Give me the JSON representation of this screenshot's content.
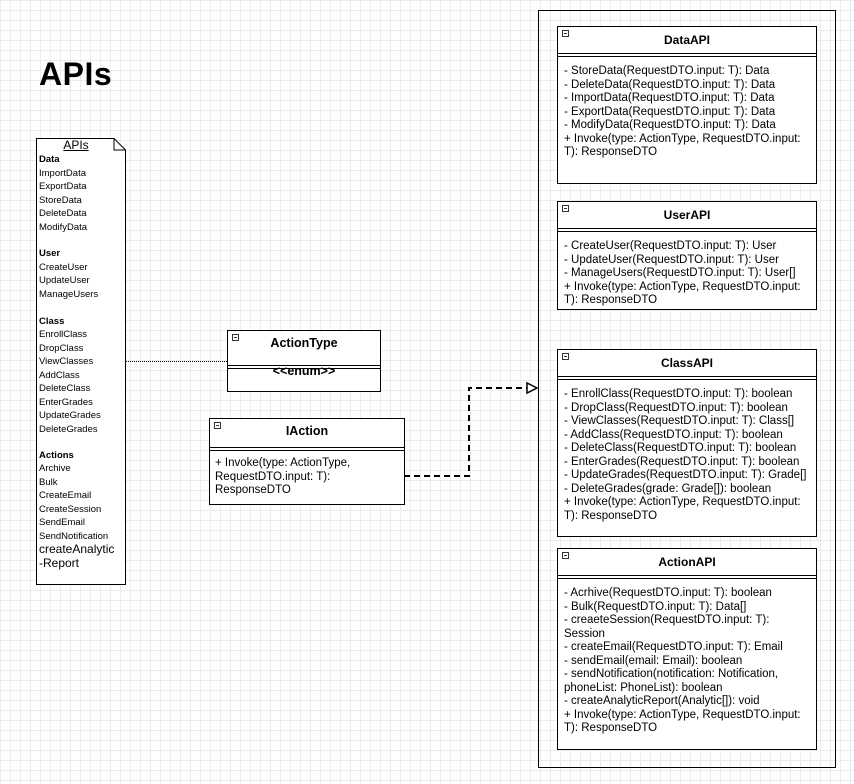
{
  "page": {
    "title": "APIs"
  },
  "note": {
    "title": "APIs",
    "sections": [
      {
        "heading": "Data",
        "items": [
          "ImportData",
          "ExportData",
          "StoreData",
          "DeleteData",
          "ModifyData"
        ]
      },
      {
        "heading": "User",
        "items": [
          "CreateUser",
          "UpdateUser",
          "ManageUsers"
        ]
      },
      {
        "heading": "Class",
        "items": [
          "EnrollClass",
          "DropClass",
          "ViewClasses",
          "AddClass",
          "DeleteClass",
          "EnterGrades",
          "UpdateGrades",
          "DeleteGrades"
        ]
      },
      {
        "heading": "Actions",
        "items": [
          "Archive",
          "Bulk",
          "CreateEmail",
          "CreateSession",
          "SendEmail",
          "SendNotification"
        ]
      }
    ],
    "large_items": [
      "createAnalytic",
      "-Report"
    ]
  },
  "actiontype": {
    "name": "ActionType",
    "stereotype": "<<enum>>"
  },
  "iaction": {
    "name": "IAction",
    "methods": [
      "+ Invoke(type: ActionType,",
      "RequestDTO.input: T):",
      "ResponseDTO"
    ]
  },
  "dataapi": {
    "name": "DataAPI",
    "methods": [
      "- StoreData(RequestDTO.input: T): Data",
      "- DeleteData(RequestDTO.input: T): Data",
      "- ImportData(RequestDTO.input: T): Data",
      "- ExportData(RequestDTO.input: T): Data",
      "- ModifyData(RequestDTO.input: T): Data",
      "+ Invoke(type: ActionType, RequestDTO.input:",
      "T): ResponseDTO"
    ]
  },
  "userapi": {
    "name": "UserAPI",
    "methods": [
      "- CreateUser(RequestDTO.input: T): User",
      "- UpdateUser(RequestDTO.input: T): User",
      "- ManageUsers(RequestDTO.input: T): User[]",
      "+ Invoke(type: ActionType, RequestDTO.input:",
      "T): ResponseDTO"
    ]
  },
  "classapi": {
    "name": "ClassAPI",
    "methods": [
      "- EnrollClass(RequestDTO.input: T): boolean",
      "- DropClass(RequestDTO.input: T): boolean",
      "- ViewClasses(RequestDTO.input: T): Class[]",
      "- AddClass(RequestDTO.input: T): boolean",
      "- DeleteClass(RequestDTO.input: T): boolean",
      "- EnterGrades(RequestDTO.input: T): boolean",
      "- UpdateGrades(RequestDTO.input: T): Grade[]",
      "- DeleteGrades(grade: Grade[]): boolean",
      "+ Invoke(type: ActionType, RequestDTO.input:",
      "T): ResponseDTO"
    ]
  },
  "actionapi": {
    "name": "ActionAPI",
    "methods": [
      "- Acrhive(RequestDTO.input: T): boolean",
      "- Bulk(RequestDTO.input: T): Data[]",
      "- creaeteSession(RequestDTO.input: T):",
      "Session",
      "- createEmail(RequestDTO.input: T): Email",
      "- sendEmail(email: Email): boolean",
      "- sendNotification(notification: Notification,",
      "phoneList: PhoneList): boolean",
      "- createAnalyticReport(Analytic[]): void",
      "+ Invoke(type: ActionType, RequestDTO.input:",
      "T): ResponseDTO"
    ]
  },
  "colors": {
    "line": "#000000",
    "grid": "#ececec",
    "background": "#ffffff"
  }
}
